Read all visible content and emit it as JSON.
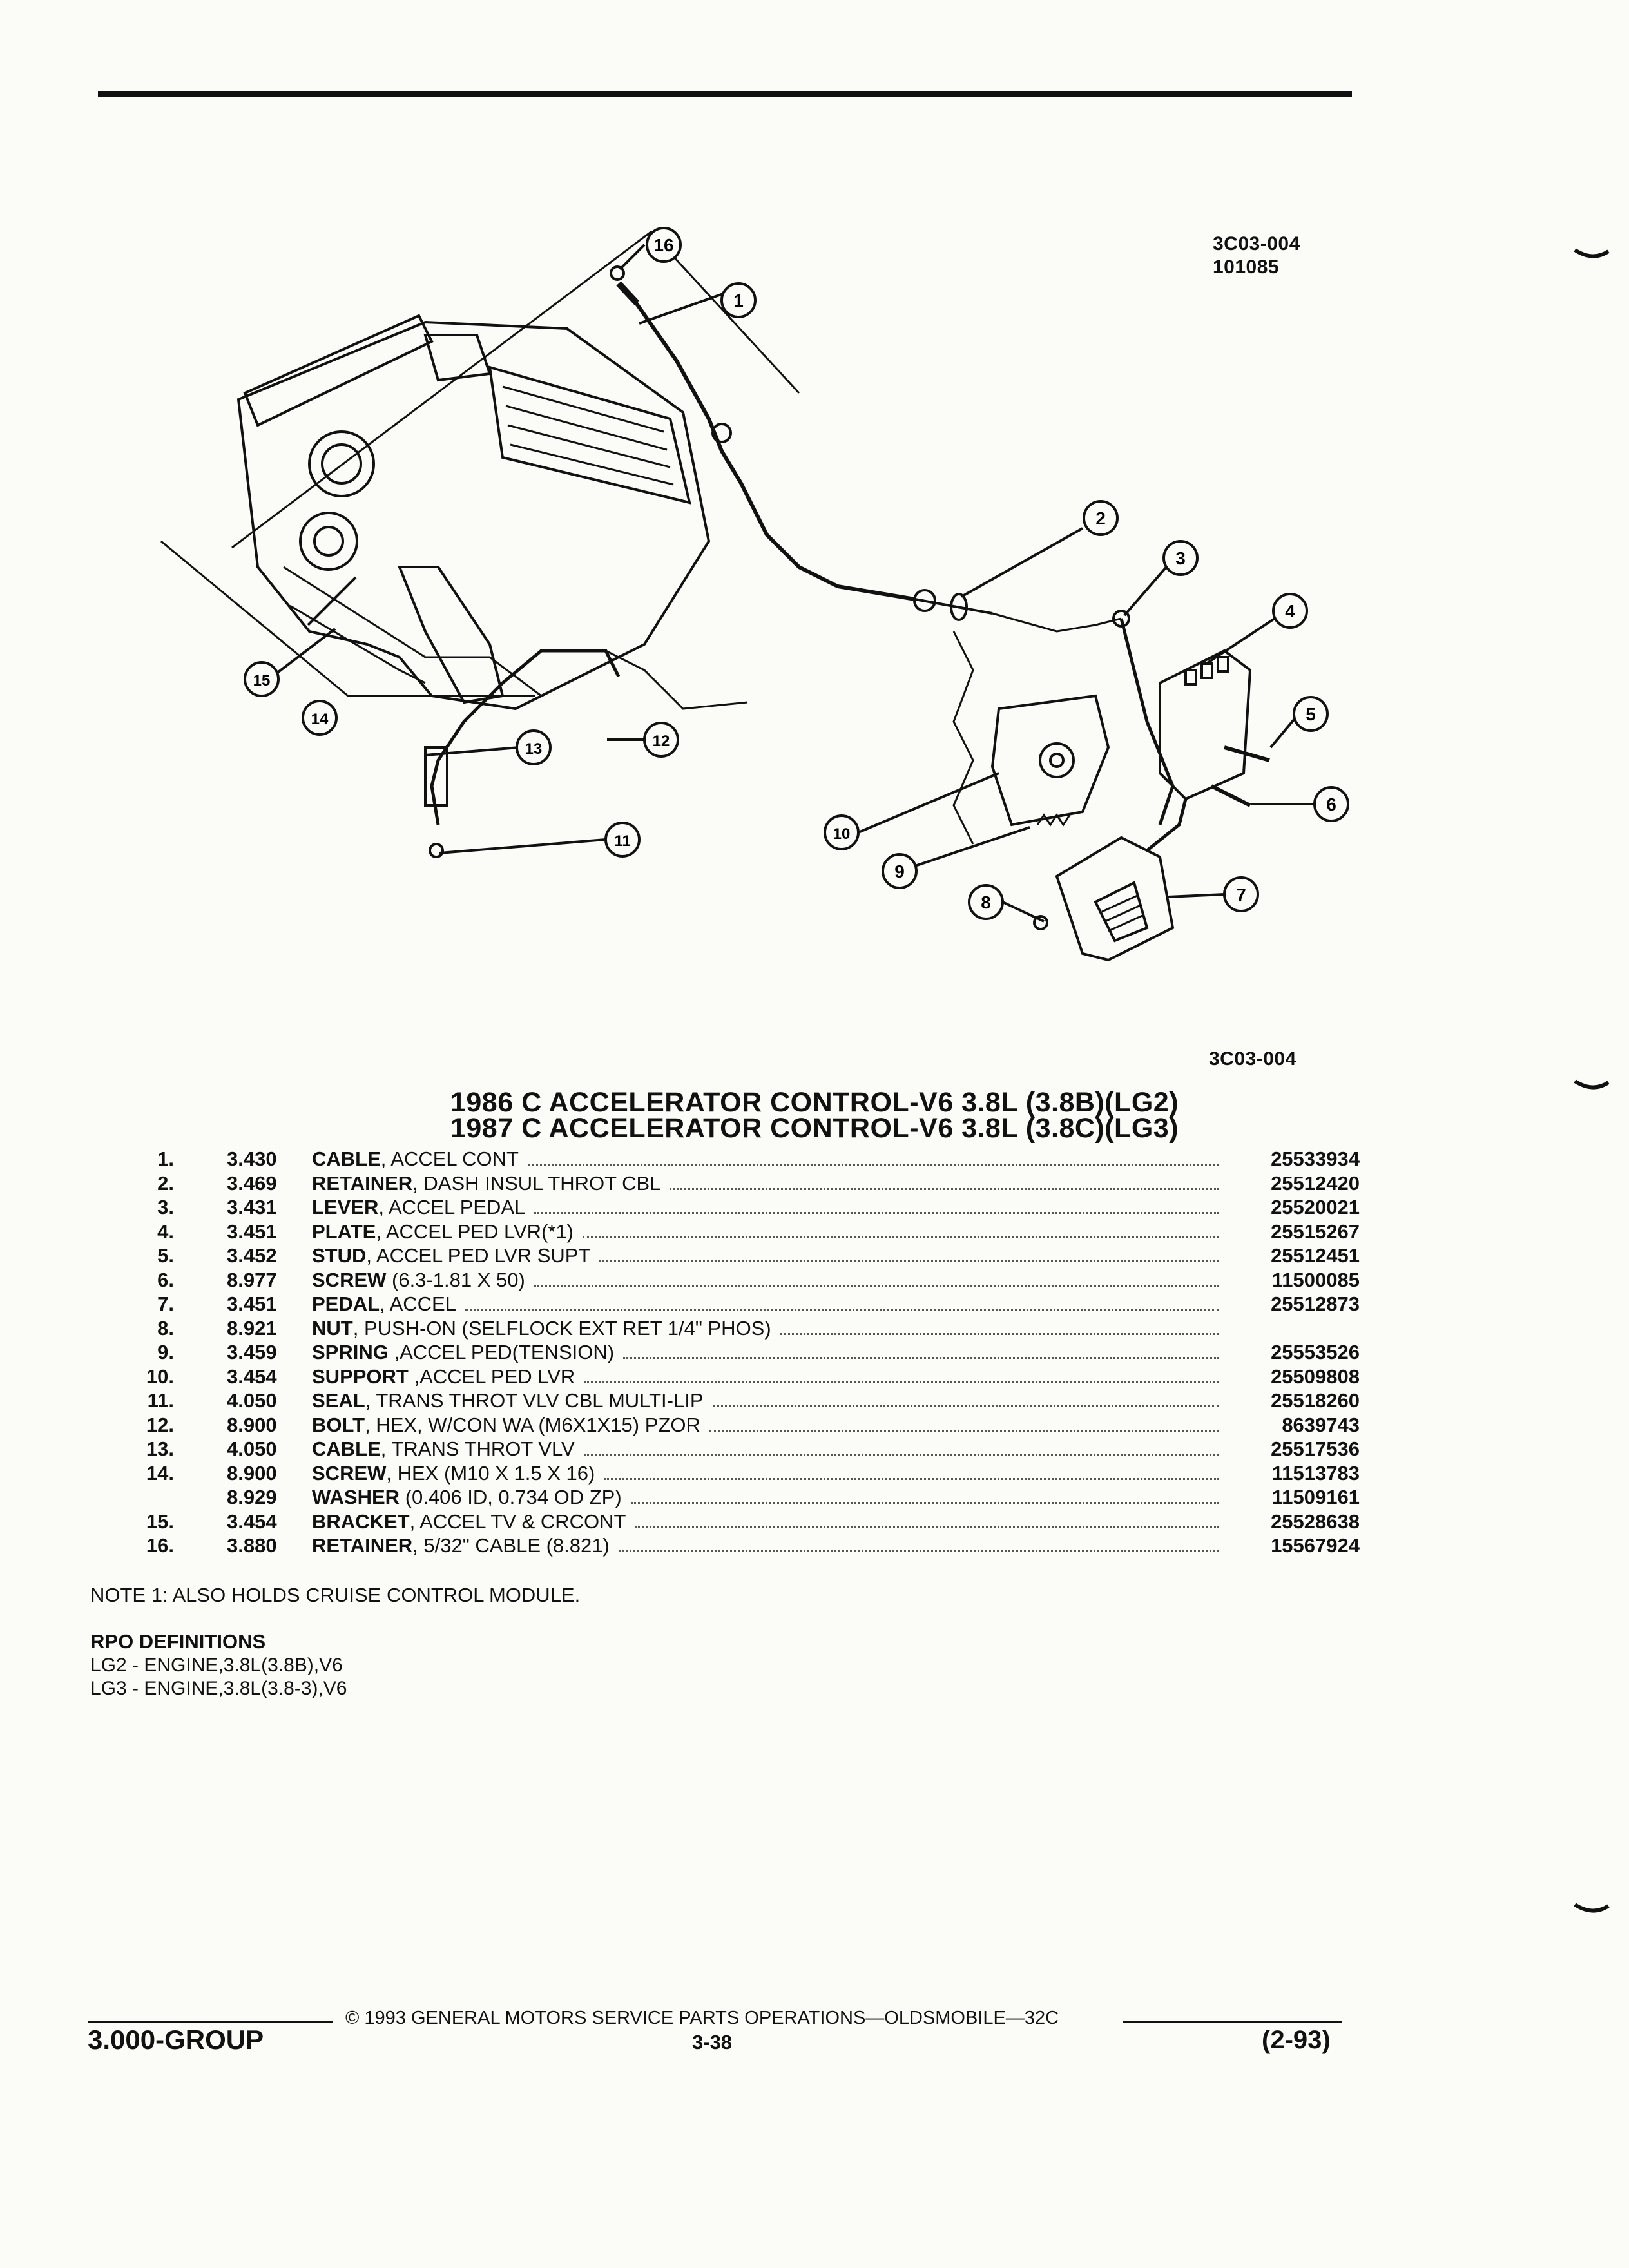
{
  "header": {
    "ref_code": "3C03-004",
    "ref_date": "101085"
  },
  "figure": {
    "callouts": [
      "16",
      "1",
      "2",
      "3",
      "4",
      "5",
      "6",
      "7",
      "8",
      "9",
      "10",
      "11",
      "12",
      "13",
      "14",
      "15"
    ],
    "caption_code": "3C03-004"
  },
  "title": {
    "line1": "1986 C ACCELERATOR CONTROL-V6 3.8L (3.8B)(LG2)",
    "line2": "1987 C ACCELERATOR CONTROL-V6 3.8L (3.8C)(LG3)"
  },
  "parts": [
    {
      "num": "1.",
      "group": "3.430",
      "name": "CABLE",
      "spec": ", ACCEL CONT",
      "pn": "25533934"
    },
    {
      "num": "2.",
      "group": "3.469",
      "name": "RETAINER",
      "spec": ", DASH INSUL THROT CBL",
      "pn": "25512420"
    },
    {
      "num": "3.",
      "group": "3.431",
      "name": "LEVER",
      "spec": ", ACCEL PEDAL",
      "pn": "25520021"
    },
    {
      "num": "4.",
      "group": "3.451",
      "name": "PLATE",
      "spec": ", ACCEL PED LVR(*1)",
      "pn": "25515267"
    },
    {
      "num": "5.",
      "group": "3.452",
      "name": "STUD",
      "spec": ", ACCEL PED LVR SUPT",
      "pn": "25512451"
    },
    {
      "num": "6.",
      "group": "8.977",
      "name": "SCREW",
      "spec": " (6.3-1.81 X 50)",
      "pn": "11500085"
    },
    {
      "num": "7.",
      "group": "3.451",
      "name": "PEDAL",
      "spec": ", ACCEL",
      "pn": "25512873"
    },
    {
      "num": "8.",
      "group": "8.921",
      "name": "NUT",
      "spec": ", PUSH-ON (SELFLOCK EXT RET 1/4\" PHOS)",
      "pn": ""
    },
    {
      "num": "9.",
      "group": "3.459",
      "name": "SPRING",
      "spec": " ,ACCEL PED(TENSION)",
      "pn": "25553526"
    },
    {
      "num": "10.",
      "group": "3.454",
      "name": "SUPPORT",
      "spec": " ,ACCEL PED LVR",
      "pn": "25509808"
    },
    {
      "num": "11.",
      "group": "4.050",
      "name": "SEAL",
      "spec": ", TRANS THROT VLV CBL MULTI-LIP",
      "pn": "25518260"
    },
    {
      "num": "12.",
      "group": "8.900",
      "name": "BOLT",
      "spec": ", HEX, W/CON WA (M6X1X15) PZOR",
      "pn": "8639743"
    },
    {
      "num": "13.",
      "group": "4.050",
      "name": "CABLE",
      "spec": ", TRANS THROT VLV",
      "pn": "25517536"
    },
    {
      "num": "14.",
      "group": "8.900",
      "name": "SCREW",
      "spec": ", HEX (M10 X 1.5 X 16)",
      "pn": "11513783"
    },
    {
      "num": "",
      "group": "8.929",
      "name": "WASHER",
      "spec": " (0.406 ID, 0.734 OD ZP)",
      "pn": "11509161"
    },
    {
      "num": "15.",
      "group": "3.454",
      "name": "BRACKET",
      "spec": ", ACCEL TV & CRCONT",
      "pn": "25528638"
    },
    {
      "num": "16.",
      "group": "3.880",
      "name": "RETAINER",
      "spec": ", 5/32\" CABLE (8.821)",
      "pn": "15567924"
    }
  ],
  "note": "NOTE  1:  ALSO HOLDS CRUISE CONTROL MODULE.",
  "rpo": {
    "heading": "RPO DEFINITIONS",
    "lines": [
      "LG2 - ENGINE,3.8L(3.8B),V6",
      "LG3 - ENGINE,3.8L(3.8-3),V6"
    ]
  },
  "footer": {
    "copyright": "© 1993  GENERAL MOTORS SERVICE PARTS OPERATIONS—OLDSMOBILE—32C",
    "group": "3.000-GROUP",
    "page": "3-38",
    "date": "(2-93)"
  }
}
